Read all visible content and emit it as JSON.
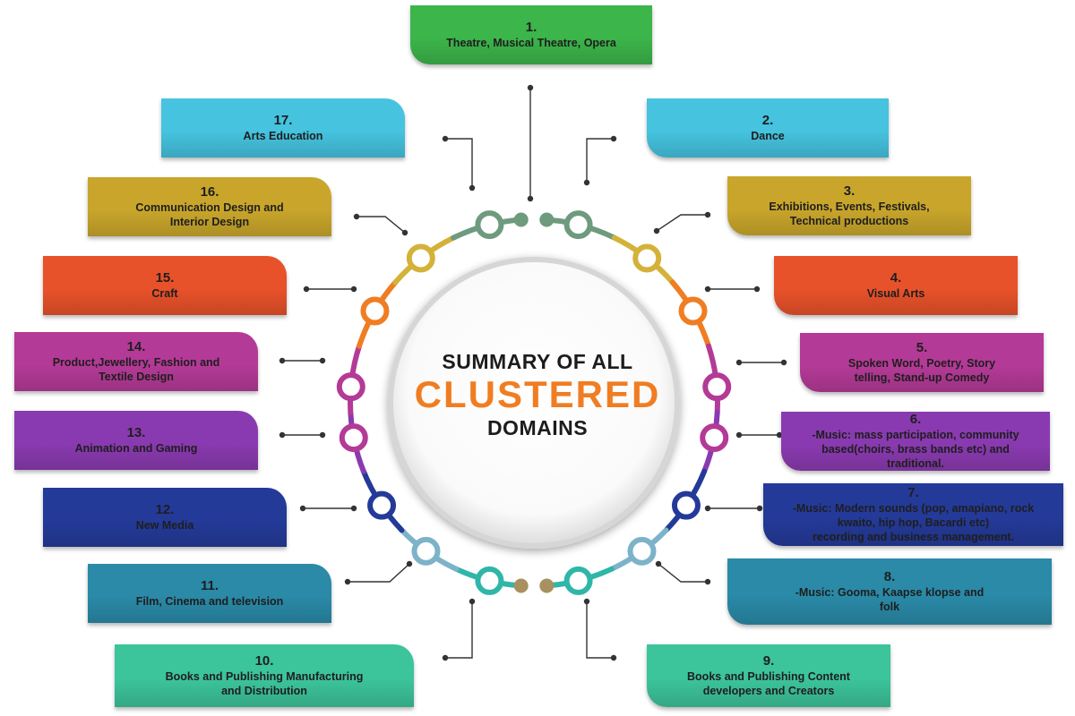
{
  "center": {
    "line1": "SUMMARY OF ALL",
    "line2": "CLUSTERED",
    "line3": "DOMAINS"
  },
  "colors": {
    "green": "#3cb54a",
    "cyan": "#45c3df",
    "gold": "#c9a62b",
    "orange": "#e8522a",
    "magenta": "#b43a97",
    "purple": "#8a3ab0",
    "navy": "#243a99",
    "teal": "#2a8aa8",
    "mint": "#3cc49a",
    "sage": "#6e9a7e",
    "tan": "#a89060",
    "ring_orange": "#f07d22",
    "ring_gold": "#d4b23a",
    "ring_skyblue": "#7db3c8",
    "ring_teal": "#2fb6a8",
    "center_text_orange": "#f07d22"
  },
  "domains": [
    {
      "id": "d1",
      "num": "1.",
      "label": "Theatre, Musical Theatre, Opera",
      "color": "green"
    },
    {
      "id": "d2",
      "num": "2.",
      "label": "Dance",
      "color": "cyan"
    },
    {
      "id": "d3",
      "num": "3.",
      "label": "Exhibitions, Events, Festivals,\nTechnical productions",
      "color": "gold"
    },
    {
      "id": "d4",
      "num": "4.",
      "label": "Visual Arts",
      "color": "orange"
    },
    {
      "id": "d5",
      "num": "5.",
      "label": "Spoken Word, Poetry, Story\ntelling, Stand-up Comedy",
      "color": "magenta"
    },
    {
      "id": "d6",
      "num": "6.",
      "label": "-Music:  mass participation, community\nbased(choirs, brass bands etc) and\ntraditional.",
      "color": "purple"
    },
    {
      "id": "d7",
      "num": "7.",
      "label": "-Music: Modern sounds (pop, amapiano, rock\nkwaito, hip hop, Bacardi etc)\nrecording and business management.",
      "color": "navy"
    },
    {
      "id": "d8",
      "num": "8.",
      "label": "-Music: Gooma, Kaapse klopse and\nfolk",
      "color": "teal"
    },
    {
      "id": "d9",
      "num": "9.",
      "label": "Books and Publishing Content\ndevelopers and Creators",
      "color": "mint"
    },
    {
      "id": "d10",
      "num": "10.",
      "label": "Books and Publishing Manufacturing\nand Distribution",
      "color": "mint"
    },
    {
      "id": "d11",
      "num": "11.",
      "label": "Film, Cinema and television",
      "color": "teal"
    },
    {
      "id": "d12",
      "num": "12.",
      "label": "New Media",
      "color": "navy"
    },
    {
      "id": "d13",
      "num": "13.",
      "label": "Animation and Gaming",
      "color": "purple"
    },
    {
      "id": "d14",
      "num": "14.",
      "label": "Product,Jewellery, Fashion and\nTextile Design",
      "color": "magenta"
    },
    {
      "id": "d15",
      "num": "15.",
      "label": "Craft",
      "color": "orange"
    },
    {
      "id": "d16",
      "num": "16.",
      "label": "Communication Design and\nInterior Design",
      "color": "gold"
    },
    {
      "id": "d17",
      "num": "17.",
      "label": "Arts Education",
      "color": "cyan"
    }
  ]
}
